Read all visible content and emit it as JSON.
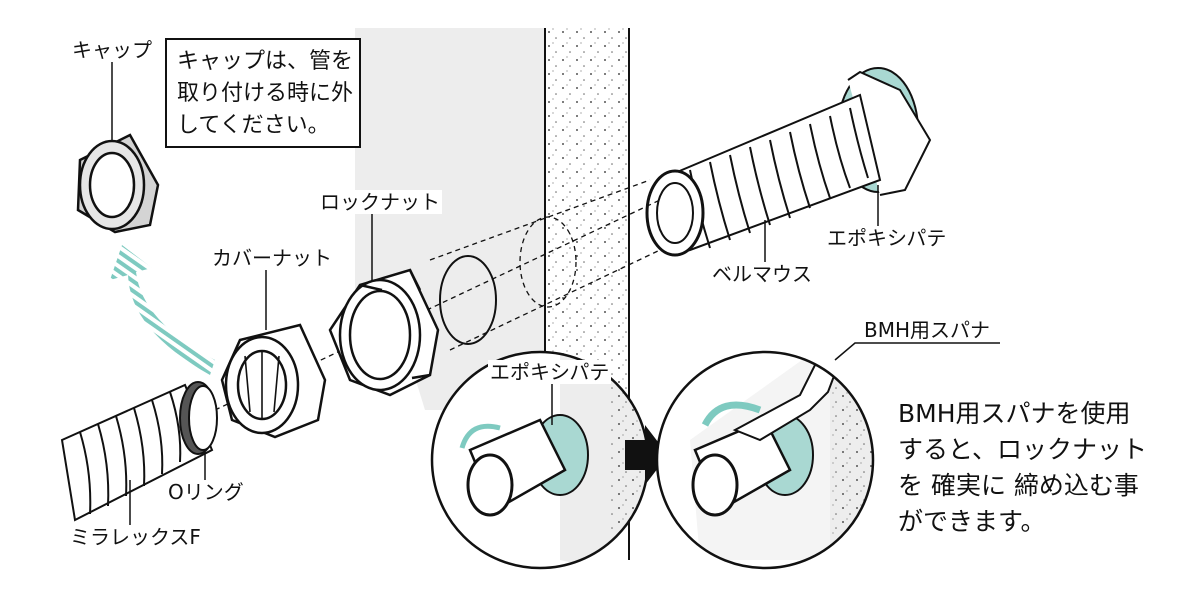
{
  "labels": {
    "cap": "キャップ",
    "lock_nut": "ロックナット",
    "cover_nut": "カバーナット",
    "o_ring": "Oリング",
    "miralex": "ミラレックスF",
    "epoxy_putty_main": "エポキシパテ",
    "bell_mouth": "ベルマウス",
    "epoxy_putty_detail": "エポキシパテ",
    "bmh_spanner": "BMH用スパナ"
  },
  "note": {
    "lines": [
      "キャップは、管を",
      "取り付ける時に外",
      "してください。"
    ]
  },
  "tip": {
    "lines": [
      "BMH用スパナを使用",
      "すると、ロックナット",
      "を 確実に 締め込む事",
      "ができます。"
    ]
  },
  "colors": {
    "putty": "#a9d8d2",
    "wall": "#ededed",
    "line": "#111111",
    "arrow_hatch": "#7ecac0"
  }
}
